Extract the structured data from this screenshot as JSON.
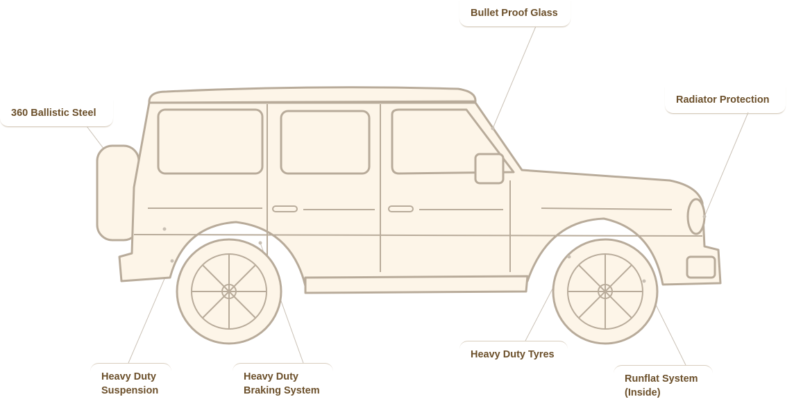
{
  "labels": {
    "bullet_proof_glass": "Bullet Proof Glass",
    "radiator_protection": "Radiator Protection",
    "ballistic_steel": "360 Ballistic Steel",
    "suspension": [
      "Heavy Duty",
      "Suspension"
    ],
    "braking": [
      "Heavy Duty",
      "Braking System"
    ],
    "tyres": "Heavy Duty Tyres",
    "runflat": [
      "Runflat System",
      "(Inside)"
    ]
  },
  "colors": {
    "text": "#6b4f2a",
    "car_fill": "#fdf5e8",
    "car_stroke": "#b8ab9a",
    "leader": "#c9c0b4"
  }
}
